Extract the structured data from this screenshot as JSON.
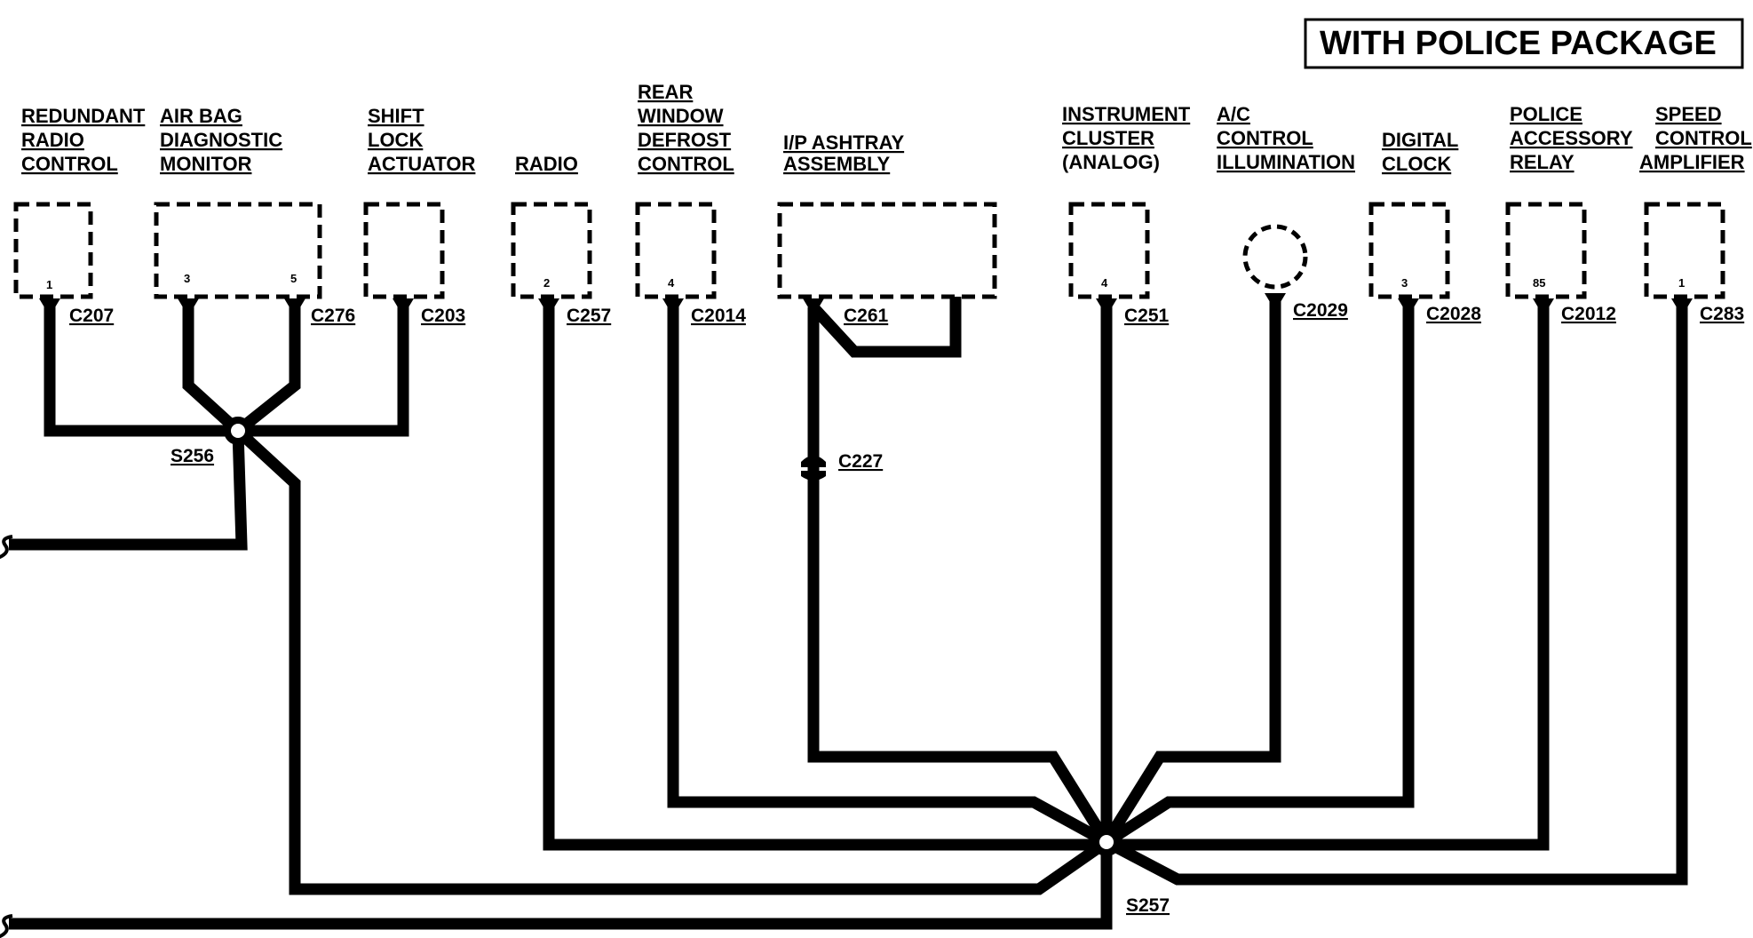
{
  "title": "WITH POLICE PACKAGE",
  "components": [
    {
      "id": "redundant-radio-control",
      "lines": [
        "REDUNDANT",
        "RADIO",
        "CONTROL"
      ],
      "pin": "1",
      "connector": "C207"
    },
    {
      "id": "air-bag-diagnostic-monitor",
      "lines": [
        "AIR BAG",
        "DIAGNOSTIC",
        "MONITOR"
      ],
      "pins": [
        "3",
        "5"
      ],
      "connector": "C276"
    },
    {
      "id": "shift-lock-actuator",
      "lines": [
        "SHIFT",
        "LOCK",
        "ACTUATOR"
      ],
      "pin": "",
      "connector": "C203"
    },
    {
      "id": "radio",
      "lines": [
        "RADIO"
      ],
      "pin": "2",
      "connector": "C257"
    },
    {
      "id": "rear-window-defrost-control",
      "lines": [
        "REAR",
        "WINDOW",
        "DEFROST",
        "CONTROL"
      ],
      "pin": "4",
      "connector": "C2014"
    },
    {
      "id": "ip-ashtray-assembly",
      "lines": [
        "I/P ASHTRAY",
        "ASSEMBLY"
      ],
      "pin": "",
      "connector": "C261"
    },
    {
      "id": "instrument-cluster",
      "lines": [
        "INSTRUMENT",
        "CLUSTER",
        "(ANALOG)"
      ],
      "pin": "4",
      "connector": "C251"
    },
    {
      "id": "ac-control-illumination",
      "lines": [
        "A/C",
        "CONTROL",
        "ILLUMINATION"
      ],
      "pin": "",
      "connector": "C2029"
    },
    {
      "id": "digital-clock",
      "lines": [
        "DIGITAL",
        "CLOCK"
      ],
      "pin": "3",
      "connector": "C2028"
    },
    {
      "id": "police-accessory-relay",
      "lines": [
        "POLICE",
        "ACCESSORY",
        "RELAY"
      ],
      "pin": "85",
      "connector": "C2012"
    },
    {
      "id": "speed-control-amplifier",
      "lines": [
        "SPEED",
        "CONTROL",
        "AMPLIFIER"
      ],
      "pin": "1",
      "connector": "C283"
    }
  ],
  "inline_connector": "C227",
  "splices": [
    "S256",
    "S257"
  ]
}
